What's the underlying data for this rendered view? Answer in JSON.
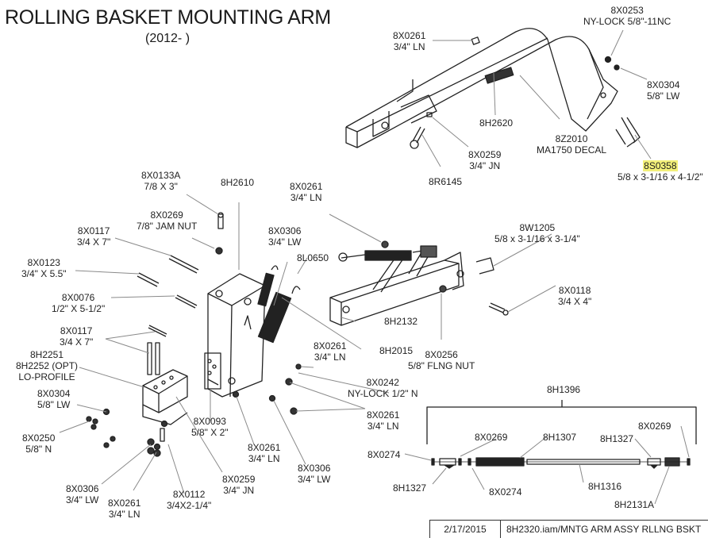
{
  "title": "ROLLING BASKET MOUNTING ARM",
  "subtitle": "(2012- )",
  "highlight_color": "#f3f07a",
  "labels": {
    "x0261_top": {
      "part": "8X0261",
      "desc": "3/4\" LN"
    },
    "x0253": {
      "part": "8X0253",
      "desc": "NY-LOCK 5/8\"-11NC"
    },
    "x0304_top": {
      "part": "8X0304",
      "desc": "5/8\" LW"
    },
    "h2620": {
      "part": "8H2620",
      "desc": ""
    },
    "z2010": {
      "part": "8Z2010",
      "desc": "MA1750 DECAL"
    },
    "x0259_top": {
      "part": "8X0259",
      "desc": "3/4\" JN"
    },
    "r6145": {
      "part": "8R6145",
      "desc": ""
    },
    "s0358": {
      "part": "8S0358",
      "desc": "5/8 x 3-1/16 x 4-1/2\""
    },
    "x0133a": {
      "part": "8X0133A",
      "desc": "7/8 X 3\""
    },
    "h2610": {
      "part": "8H2610",
      "desc": ""
    },
    "x0261_mid": {
      "part": "8X0261",
      "desc": "3/4\" LN"
    },
    "x0269_mid": {
      "part": "8X0269",
      "desc": "7/8\" JAM NUT"
    },
    "x0117_a": {
      "part": "8X0117",
      "desc": "3/4 X 7\""
    },
    "x0306_mid": {
      "part": "8X0306",
      "desc": "3/4\" LW"
    },
    "l0650": {
      "part": "8L0650",
      "desc": ""
    },
    "x0123": {
      "part": "8X0123",
      "desc": "3/4\" X 5.5\""
    },
    "w1205": {
      "part": "8W1205",
      "desc": "5/8 x 3-1/16 x 3-1/4\""
    },
    "x0076": {
      "part": "8X0076",
      "desc": "1/2\" X 5-1/2\""
    },
    "x0118": {
      "part": "8X0118",
      "desc": "3/4 X 4\""
    },
    "h2132": {
      "part": "8H2132",
      "desc": ""
    },
    "x0117_b": {
      "part": "8X0117",
      "desc": "3/4 X 7\""
    },
    "h2015": {
      "part": "8H2015",
      "desc": ""
    },
    "x0261_r1": {
      "part": "8X0261",
      "desc": "3/4\" LN"
    },
    "x0256": {
      "part": "8X0256",
      "desc": "5/8\" FLNG NUT"
    },
    "h2251": {
      "part": "8H2251",
      "desc": "8H2252 (OPT)",
      "desc2": "LO-PROFILE"
    },
    "x0242": {
      "part": "8X0242",
      "desc": "NY-LOCK 1/2\" N"
    },
    "x0304_low": {
      "part": "8X0304",
      "desc": "5/8\" LW"
    },
    "x0261_r2": {
      "part": "8X0261",
      "desc": "3/4\" LN"
    },
    "x0093": {
      "part": "8X0093",
      "desc": "5/8\" X 2\""
    },
    "x0250": {
      "part": "8X0250",
      "desc": "5/8\" N"
    },
    "x0261_b1": {
      "part": "8X0261",
      "desc": "3/4\" LN"
    },
    "x0306_b1": {
      "part": "8X0306",
      "desc": "3/4\" LW"
    },
    "x0259_low": {
      "part": "8X0259",
      "desc": "3/4\" JN"
    },
    "x0306_b2": {
      "part": "8X0306",
      "desc": "3/4\" LW"
    },
    "x0261_b2": {
      "part": "8X0261",
      "desc": "3/4\" LN"
    },
    "x0112": {
      "part": "8X0112",
      "desc": "3/4X2-1/4\""
    },
    "h1396": {
      "part": "8H1396",
      "desc": ""
    },
    "x0269_s1": {
      "part": "8X0269",
      "desc": ""
    },
    "h1307": {
      "part": "8H1307",
      "desc": ""
    },
    "h1327_r": {
      "part": "8H1327",
      "desc": ""
    },
    "x0269_s2": {
      "part": "8X0269",
      "desc": ""
    },
    "x0274_l": {
      "part": "8X0274",
      "desc": ""
    },
    "h1327_l": {
      "part": "8H1327",
      "desc": ""
    },
    "x0274_b": {
      "part": "8X0274",
      "desc": ""
    },
    "h1316": {
      "part": "8H1316",
      "desc": ""
    },
    "h2131a": {
      "part": "8H2131A",
      "desc": ""
    }
  },
  "title_block": {
    "date": "2/17/2015",
    "file": "8H2320.iam/MNTG ARM ASSY RLLNG BSKT"
  }
}
